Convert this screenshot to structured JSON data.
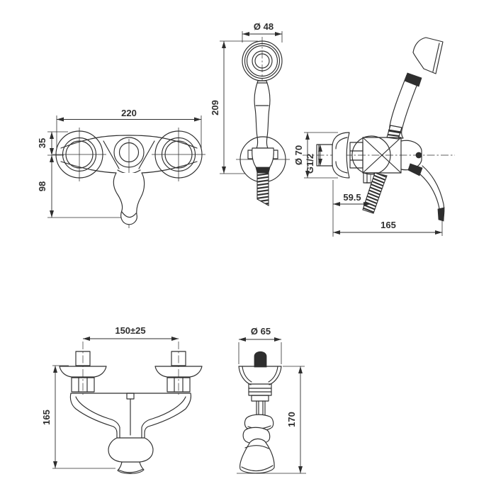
{
  "colors": {
    "line": "#2e2e2e",
    "background": "#ffffff"
  },
  "drawing": {
    "wall_mixer_front": {
      "width": "220",
      "offset_top": "35",
      "offset_bottom": "98"
    },
    "hand_shower": {
      "head_diameter": "Ø 48",
      "height": "209"
    },
    "mixer_side": {
      "flange_diameter": "Ø 70",
      "thread": "G1/2",
      "outlet_offset": "59.5",
      "depth": "165"
    },
    "deck_mixer_front": {
      "centres": "150±25",
      "height": "165"
    },
    "deck_mixer_side": {
      "flange_diameter": "Ø 65",
      "height": "170"
    }
  }
}
